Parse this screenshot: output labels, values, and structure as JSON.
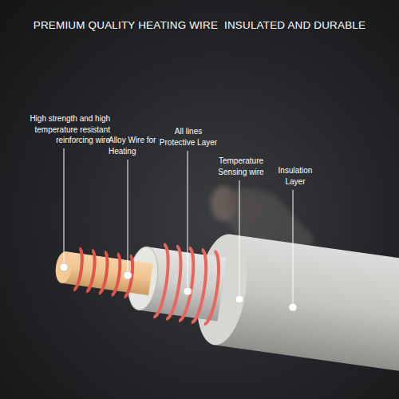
{
  "diagram": {
    "title": "PREMIUM QUALITY HEATING WIRE  INSULATED AND DURABLE",
    "labels": [
      "High strength and high temperature resistant reinforcing wire",
      "Alloy Wire for Heating",
      "All lines Protective Layer",
      "Temperature Sensing wire",
      "Insulation Layer"
    ]
  }
}
